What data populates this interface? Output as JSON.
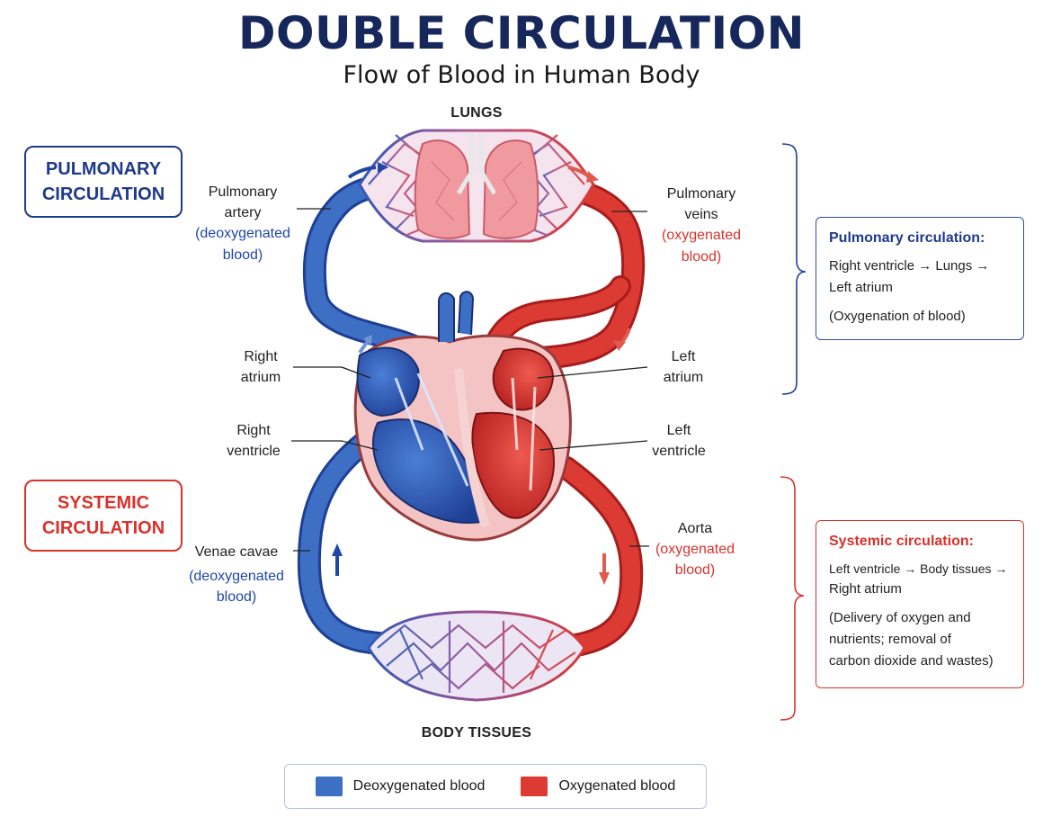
{
  "title": "DOUBLE CIRCULATION",
  "subtitle": "Flow of Blood in Human Body",
  "regions": {
    "lungs": "LUNGS",
    "body": "BODY TISSUES"
  },
  "side_labels": {
    "pulmonary": {
      "line1": "PULMONARY",
      "line2": "CIRCULATION",
      "color": "#1e3a8a"
    },
    "systemic": {
      "line1": "SYSTEMIC",
      "line2": "CIRCULATION",
      "color": "#d8322c"
    }
  },
  "labels": {
    "pulmonary_artery": {
      "line1": "Pulmonary",
      "line2": "artery",
      "note1": "(deoxygenated",
      "note2": "blood)"
    },
    "pulmonary_veins": {
      "line1": "Pulmonary",
      "line2": "veins",
      "note1": "(oxygenated",
      "note2": "blood)"
    },
    "right_atrium": {
      "line1": "Right",
      "line2": "atrium"
    },
    "left_atrium": {
      "line1": "Left",
      "line2": "atrium"
    },
    "right_ventricle": {
      "line1": "Right",
      "line2": "ventricle"
    },
    "left_ventricle": {
      "line1": "Left",
      "line2": "ventricle"
    },
    "venae_cavae": {
      "line1": "Venae cavae",
      "note1": "(deoxygenated",
      "note2": "blood)"
    },
    "aorta": {
      "line1": "Aorta",
      "note1": "(oxygenated",
      "note2": "blood)"
    }
  },
  "info_boxes": {
    "pulmonary": {
      "title": "Pulmonary circulation:",
      "line1": "Right ventricle → Lungs →",
      "line2": "Left atrium",
      "line3": "(Oxygenation of blood)"
    },
    "systemic": {
      "title": "Systemic circulation:",
      "line1": "Left ventricle → Body tissues →",
      "line2": "Right atrium",
      "line3": "(Delivery of oxygen and",
      "line4": "nutrients; removal of",
      "line5": "carbon dioxide and wastes)"
    }
  },
  "legend": {
    "deoxygenated": {
      "label": "Deoxygenated blood",
      "color": "#3d6fc4"
    },
    "oxygenated": {
      "label": "Oxygenated blood",
      "color": "#dc3b34"
    }
  },
  "colors": {
    "blue": "#2f5fb8",
    "red": "#d8322c",
    "navy": "#16275b"
  }
}
